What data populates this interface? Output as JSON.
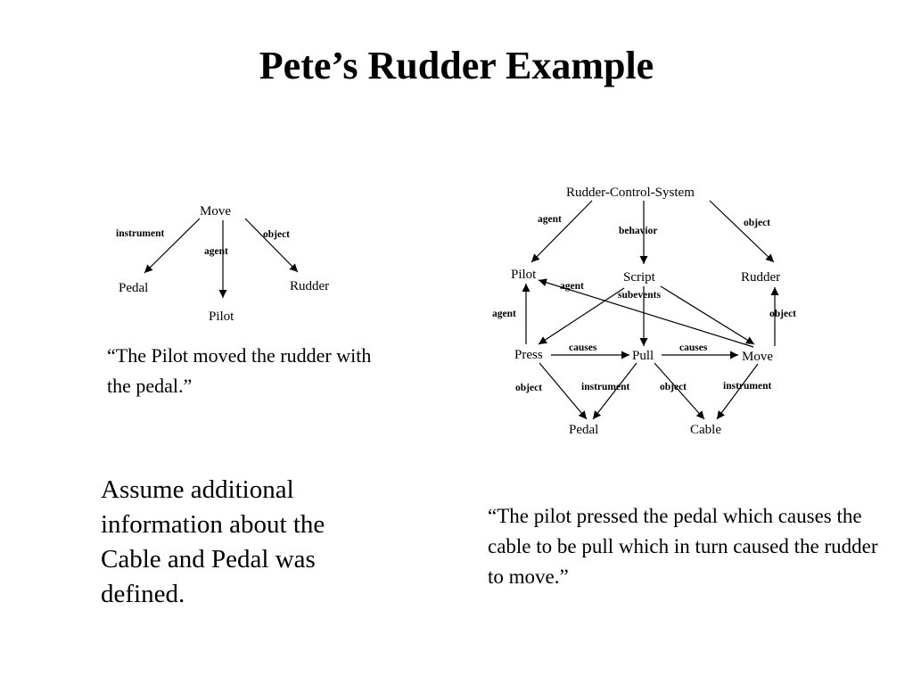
{
  "title": "Pete’s Rudder Example",
  "diagram_simple": {
    "nodes": {
      "move": "Move",
      "pedal": "Pedal",
      "pilot": "Pilot",
      "rudder": "Rudder"
    },
    "edges": {
      "instrument": "instrument",
      "agent": "agent",
      "object": "object"
    }
  },
  "quote_simple": "“The Pilot moved the rudder with the pedal.”",
  "diagram_complex": {
    "nodes": {
      "rcs": "Rudder-Control-System",
      "pilot": "Pilot",
      "script": "Script",
      "rudder": "Rudder",
      "press": "Press",
      "pull": "Pull",
      "move": "Move",
      "pedal": "Pedal",
      "cable": "Cable"
    },
    "edges": {
      "rcs_pilot_agent": "agent",
      "rcs_script_behavior": "behavior",
      "rcs_rudder_object": "object",
      "script_pilot_agent": "agent",
      "script_subevents": "subevents",
      "press_pilot_agent": "agent",
      "move_rudder_object": "object",
      "press_pull_causes": "causes",
      "pull_move_causes": "causes",
      "press_pedal_object": "object",
      "pull_pedal_instrument": "instrument",
      "pull_cable_object": "object",
      "move_cable_instrument": "instrument"
    }
  },
  "quote_complex": "“The pilot pressed the pedal which causes the cable to be pull which in turn caused the rudder to move.”",
  "note": "Assume additional information about the Cable and Pedal was defined."
}
